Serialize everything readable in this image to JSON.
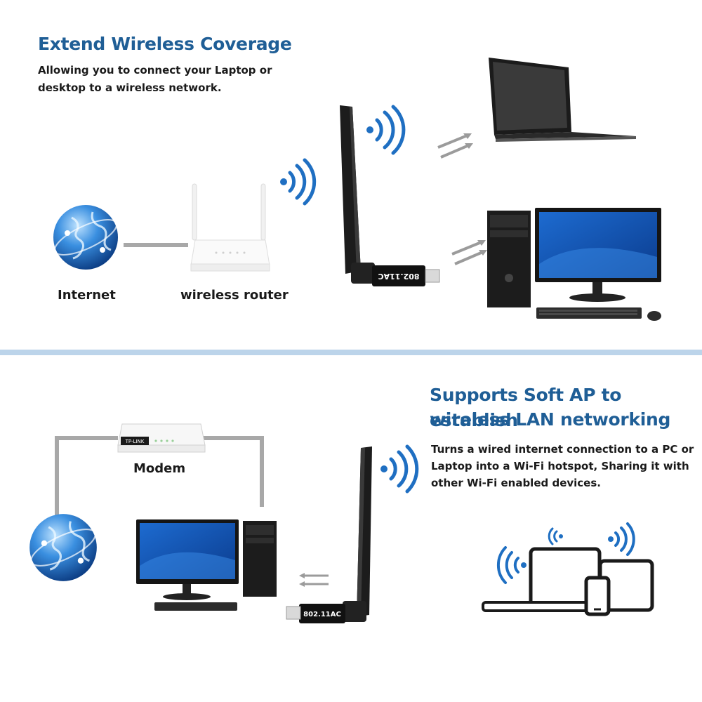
{
  "top": {
    "title": "Extend Wireless Coverage",
    "description_line1": "Allowing you to connect your Laptop or",
    "description_line2": "desktop to a wireless network.",
    "internet_label": "Internet",
    "router_label": "wireless router",
    "adapter_text": "802.11AC"
  },
  "bottom": {
    "title_line1": "Supports Soft AP to establish",
    "title_line2": "wireless LAN networking",
    "description_line1": "Turns a wired internet connection to a PC or",
    "description_line2": "Laptop into a Wi-Fi hotspot, Sharing it with",
    "description_line3": "other Wi-Fi enabled devices.",
    "modem_label": "Modem",
    "adapter_text": "802.11AC",
    "modem_brand": "TP-LINK"
  },
  "colors": {
    "heading_blue": "#1f5e96",
    "wifi_blue": "#1f6fc2",
    "divider": "#bcd4ea",
    "cable_gray": "#a8a8a8"
  },
  "icons": [
    "globe-icon",
    "wifi-signal-icon",
    "arrows-icon",
    "laptop-icon",
    "desktop-pc-icon",
    "router-icon",
    "modem-icon",
    "usb-adapter-icon",
    "tablet-icon",
    "phone-icon"
  ]
}
